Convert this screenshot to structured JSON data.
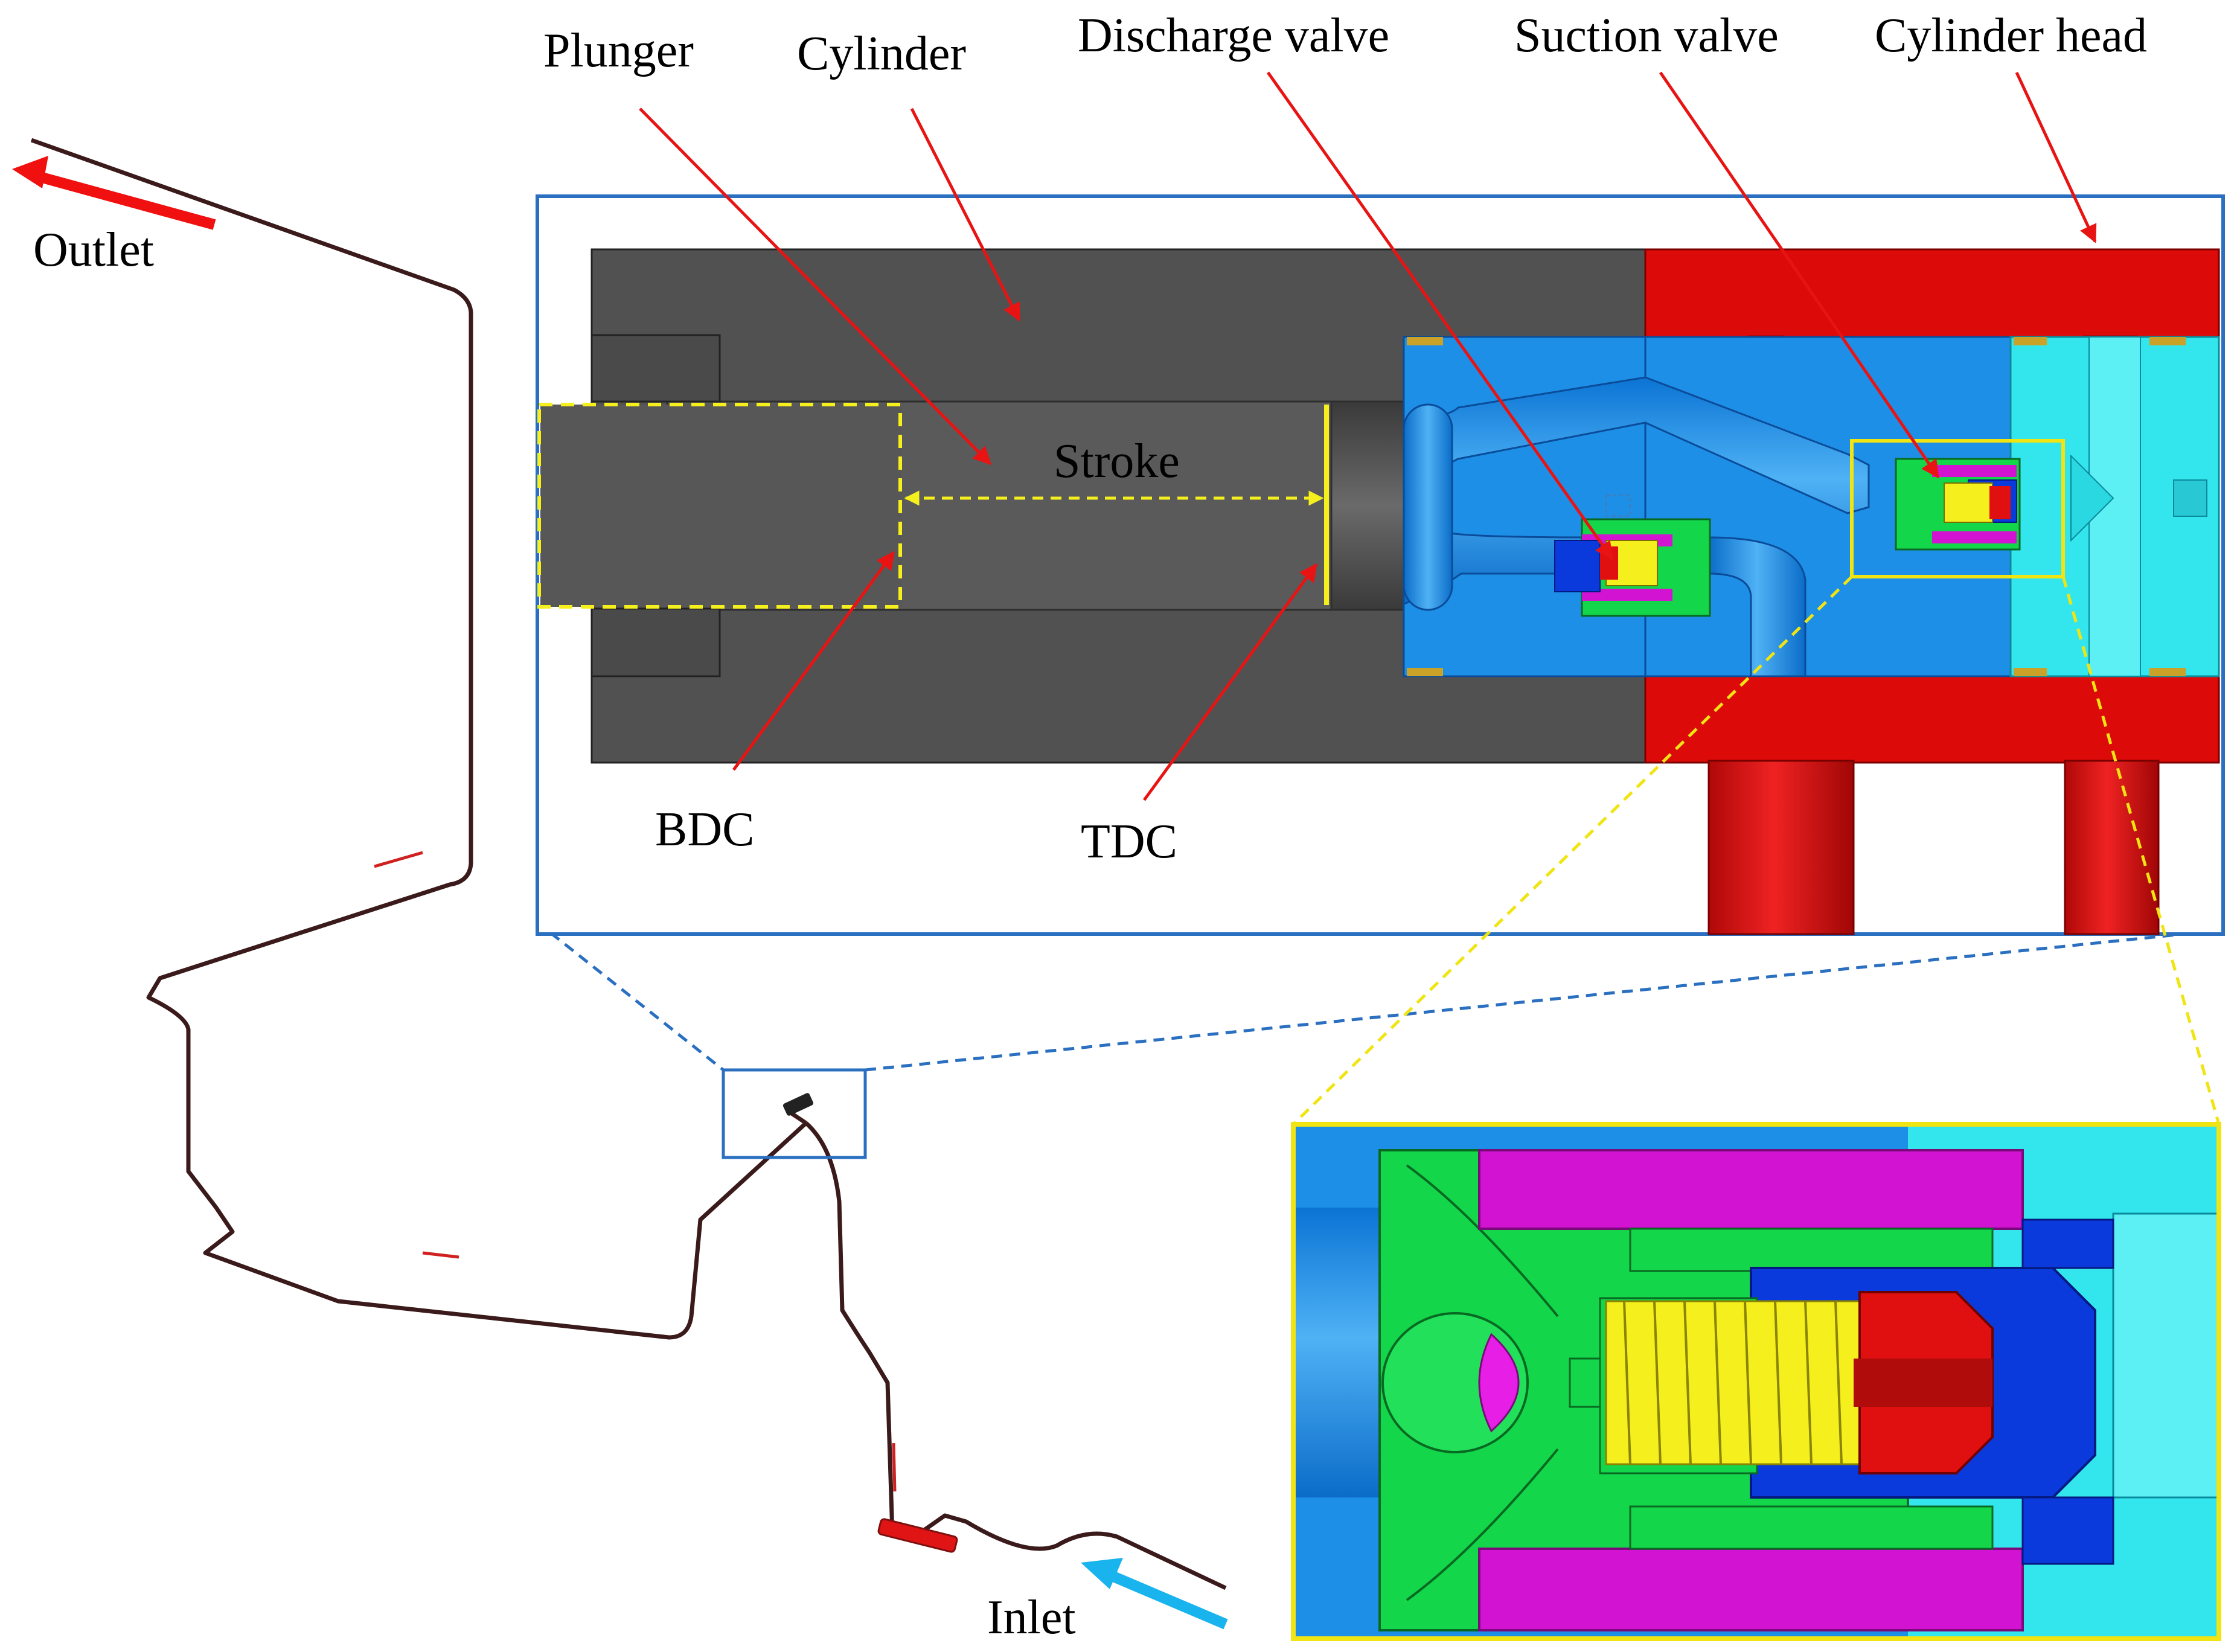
{
  "labels": {
    "plunger": "Plunger",
    "cylinder": "Cylinder",
    "discharge_valve": "Discharge valve",
    "suction_valve": "Suction valve",
    "cylinder_head": "Cylinder head",
    "stroke": "Stroke",
    "bdc": "BDC",
    "tdc": "TDC",
    "outlet": "Outlet",
    "inlet": "Inlet"
  },
  "colors": {
    "cylinder_body": "#515151",
    "cylinder_head": "#dd0a0a",
    "fluid_blue": "#1e8fe6",
    "suction_side_cyan": "#33e6ee",
    "valve_seat_green": "#14d64a",
    "valve_cage_magenta": "#d214d2",
    "valve_plate_blue": "#0a3adc",
    "spring_yellow": "#f5ef1e",
    "spring_stop_red": "#e01010",
    "callout_arrow_red": "#e81414",
    "stroke_marker_yellow": "#f5ef1e",
    "main_frame_blue": "#2a6fc0",
    "detail_frame_yellow": "#f0e412",
    "outlet_arrow_red": "#f01010",
    "inlet_arrow_cyan": "#19b4ee",
    "pipeline": "#3a1a1a"
  }
}
